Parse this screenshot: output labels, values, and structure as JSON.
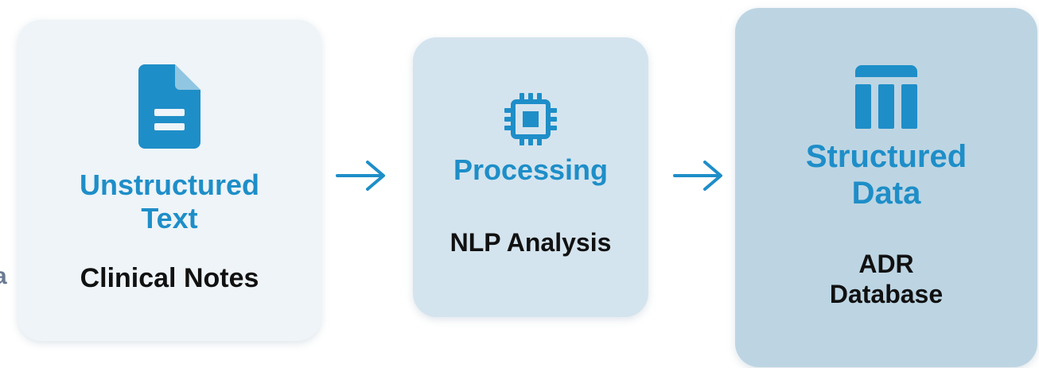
{
  "left_edge_fragment": "a",
  "steps": [
    {
      "icon": "document-icon",
      "title": "Unstructured\nText",
      "subtitle": "Clinical Notes"
    },
    {
      "icon": "cpu-chip-icon",
      "title": "Processing",
      "subtitle": "NLP Analysis"
    },
    {
      "icon": "table-icon",
      "title": "Structured\nData",
      "subtitle": "ADR\nDatabase"
    }
  ],
  "colors": {
    "accent": "#1e8ec8",
    "card_1": "#eef4f8",
    "card_2": "#d4e4ee",
    "card_3": "#bdd5e3",
    "text_dark": "#111111",
    "fragment": "#6a7a92"
  }
}
